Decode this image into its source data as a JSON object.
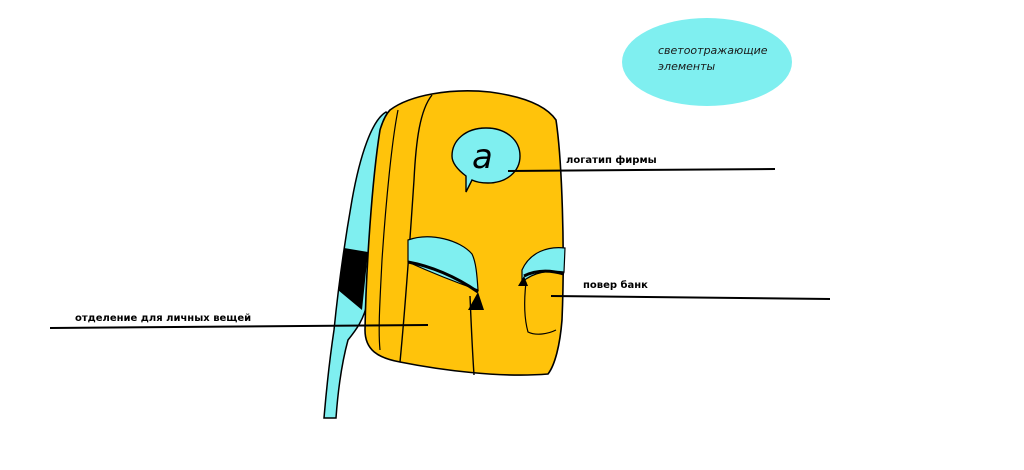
{
  "colors": {
    "body": "#FFC30B",
    "accent": "#7FEFF0",
    "outline": "#000000",
    "background": "#FFFFFF"
  },
  "callout": {
    "line1": "светоотражающие",
    "line2": "элементы"
  },
  "logo": {
    "letter": "a"
  },
  "labels": {
    "logo": "логатип фирмы",
    "powerbank": "повер банк",
    "pocket": "отделение для личных вещей"
  }
}
